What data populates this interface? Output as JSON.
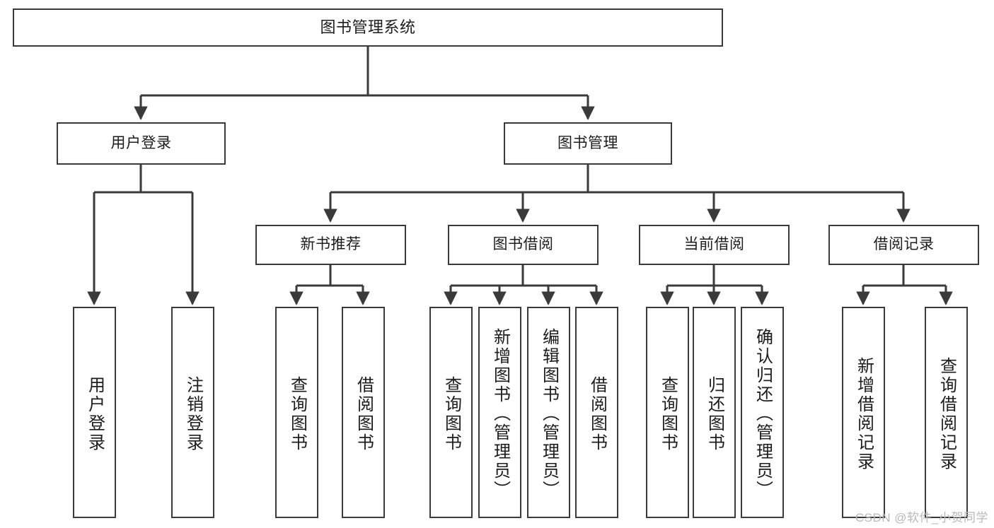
{
  "diagram": {
    "title": "图书管理系统",
    "type": "tree-hierarchy-diagram",
    "colors": {
      "stroke": "#3a3a3a",
      "fill": "#ffffff",
      "text": "#1c1c1c",
      "watermark": "#b9b9b9"
    },
    "root": {
      "label": "图书管理系统"
    },
    "level2": [
      {
        "id": "user-login",
        "label": "用户登录"
      },
      {
        "id": "book-manage",
        "label": "图书管理"
      }
    ],
    "level3": [
      {
        "id": "new-book-recommend",
        "label": "新书推荐"
      },
      {
        "id": "book-borrow",
        "label": "图书借阅"
      },
      {
        "id": "current-borrow",
        "label": "当前借阅"
      },
      {
        "id": "borrow-record",
        "label": "借阅记录"
      }
    ],
    "leaves": [
      {
        "id": "leaf-user-login",
        "label": "用户登录"
      },
      {
        "id": "leaf-logout-login",
        "label": "注销登录"
      },
      {
        "id": "leaf-query-book-1",
        "label": "查询图书"
      },
      {
        "id": "leaf-borrow-book-1",
        "label": "借阅图书"
      },
      {
        "id": "leaf-query-book-2",
        "label": "查询图书"
      },
      {
        "id": "leaf-add-book-admin",
        "label": "新增图书（管理员）"
      },
      {
        "id": "leaf-edit-book-admin",
        "label": "编辑图书（管理员）"
      },
      {
        "id": "leaf-borrow-book-2",
        "label": "借阅图书"
      },
      {
        "id": "leaf-query-book-3",
        "label": "查询图书"
      },
      {
        "id": "leaf-return-book",
        "label": "归还图书"
      },
      {
        "id": "leaf-confirm-return-admin",
        "label": "确认归还（管理员）"
      },
      {
        "id": "leaf-add-borrow-record",
        "label": "新增借阅记录"
      },
      {
        "id": "leaf-query-borrow-record",
        "label": "查询借阅记录"
      }
    ],
    "watermark": "CSDN @软件_小贺同学"
  }
}
